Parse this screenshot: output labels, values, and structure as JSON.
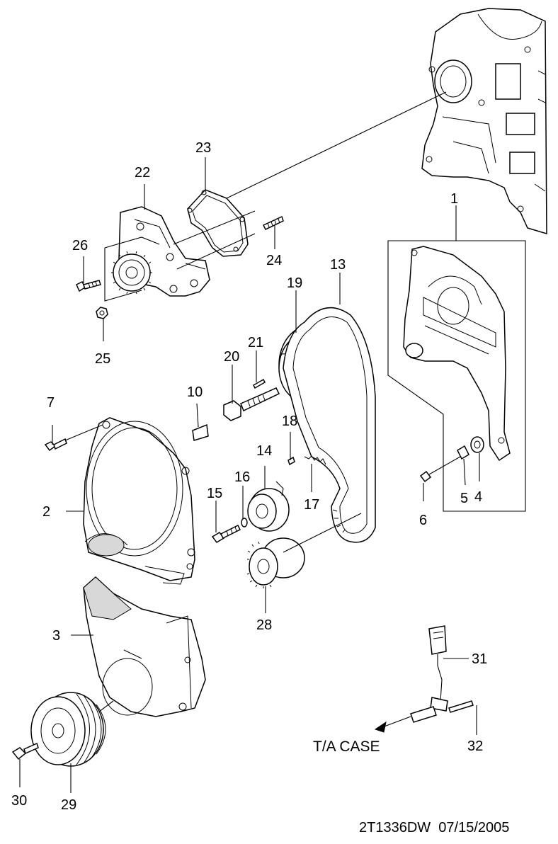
{
  "diagram": {
    "callouts": [
      "1",
      "2",
      "3",
      "4",
      "5",
      "6",
      "7",
      "10",
      "13",
      "14",
      "15",
      "16",
      "17",
      "18",
      "19",
      "20",
      "21",
      "22",
      "23",
      "24",
      "25",
      "26",
      "28",
      "29",
      "30",
      "31",
      "32"
    ],
    "ta_case_label": "T/A CASE",
    "footer": "2T1336DW  07/15/2005"
  }
}
